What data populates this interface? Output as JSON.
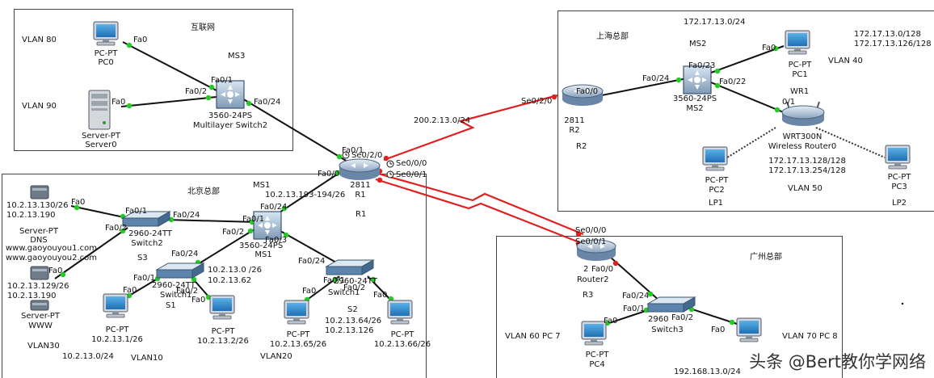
{
  "regions": {
    "internet": "互联网",
    "shanghai": "上海总部",
    "beijing": "北京总部",
    "guangzhou": "广州总部"
  },
  "devices": {
    "pc0": {
      "type": "PC-PT",
      "name": "PC0"
    },
    "server0": {
      "type": "Server-PT",
      "name": "Server0"
    },
    "ms3": {
      "label": "MS3",
      "model": "3560-24PS",
      "name": "Multilayer Switch2"
    },
    "r1": {
      "model": "2811",
      "name": "R1",
      "label": "R1"
    },
    "r2": {
      "model": "2811",
      "name": "R2",
      "label": "R2"
    },
    "ms2": {
      "label": "MS2",
      "model": "3560-24PS",
      "name": "MS2"
    },
    "pc1": {
      "type": "PC-PT",
      "name": "PC1"
    },
    "wr1": {
      "label": "WR1",
      "model": "WRT300N",
      "name": "Wireless Router0"
    },
    "pc2": {
      "type": "PC-PT",
      "name": "PC2",
      "label": "LP1"
    },
    "pc3": {
      "type": "PC-PT",
      "name": "PC3",
      "label": "LP2"
    },
    "dns": {
      "ip1": "10.2.13.130/26",
      "ip2": "10.2.13.190",
      "type": "Server-PT",
      "name": "DNS",
      "url1": "www.gaoyouyou1.com",
      "url2": "www.gaoyouyou2.com"
    },
    "www": {
      "ip1": "10.2.13.129/26",
      "ip2": "10.2.13.190",
      "type": "Server-PT",
      "name": "WWW"
    },
    "switch2": {
      "model": "2960-24TT",
      "name": "Switch2",
      "label": "S3"
    },
    "ms1": {
      "label": "MS1",
      "model": "3560-24PS",
      "name": "MS1"
    },
    "s1": {
      "model": "2960-24TT",
      "name": "Switch1",
      "label": "S1"
    },
    "s2": {
      "model": "2960-24TT",
      "name": "Switch1",
      "label": "S2"
    },
    "pcb1": {
      "type": "PC-PT",
      "ip": "10.2.13.1/26"
    },
    "pcb2": {
      "type": "PC-PT",
      "ip": "10.2.13.2/26"
    },
    "pcb3": {
      "type": "PC-PT",
      "ip": "10.2.13.65/26"
    },
    "pcb4": {
      "type": "PC-PT",
      "ip": "10.2.13.66/26"
    },
    "router2": {
      "model": "2",
      "name": "Router2",
      "label": "R3"
    },
    "switch3": {
      "model": "2960",
      "name": "Switch3"
    },
    "pc4": {
      "type": "PC-PT",
      "name": "PC4"
    }
  },
  "ports": {
    "pc0_fa0": "Fa0",
    "srv0_fa0": "Fa0",
    "ms3_fa01": "Fa0/1",
    "ms3_fa02": "Fa0/2",
    "ms3_fa024": "Fa0/24",
    "r1_fa01": "Fa0/1",
    "r1_se020": "Se0/2/0",
    "r1_fa00": "Fa0/0",
    "r1_se000": "Se0/0/0",
    "r1_se001": "Se0/0/1",
    "r2_se020": "Se0/2/0",
    "r2_fa00": "Fa0/0",
    "ms2_fa024": "Fa0/24",
    "ms2_fa023": "Fa0/23",
    "ms2_fa022": "Fa0/22",
    "pc1_fa0": "Fa0",
    "wr1_01": "0/1",
    "dns_fa0": "Fa0",
    "www_fa0": "Fa0",
    "sw2_fa01": "Fa0/1",
    "sw2_fa02": "Fa0/2",
    "sw2_fa024": "Fa0/24",
    "ms1_fa024": "Fa0/24",
    "ms1_fa01": "Fa0/1",
    "ms1_fa02": "Fa0/2",
    "ms1_fa03": "Fa0/3",
    "s1_fa024": "Fa0/24",
    "s1_fa01": "Fa0/1",
    "s1_fa02": "Fa0/2",
    "s2_fa024": "Fa0/24",
    "s2_fa01": "Fa0/1",
    "s2_fa02": "Fa0/2",
    "pcb1_fa0": "Fa0",
    "pcb2_fa0": "Fa0",
    "pcb3_fa0": "Fa0",
    "pcb4_fa0": "Fa0",
    "rt2_se000": "Se0/0/0",
    "rt2_se001": "Se0/0/1",
    "rt2_fa00": "Fa0/0",
    "sw3_fa024": "Fa0/24",
    "sw3_fa01": "Fa0/1",
    "sw3_fa02": "Fa0/2",
    "pc4_fa0": "Fa0",
    "pc8_fa0": "Fa0"
  },
  "annotations": {
    "vlan80": "VLAN 80",
    "vlan90": "VLAN 90",
    "sh_net": "172.17.13.0/24",
    "sh_ip1": "172.17.13.0/128",
    "sh_ip2": "172.17.13.126/128",
    "vlan40": "VLAN 40",
    "wan1": "200.2.13.0/24",
    "wr_ip1": "172.17.13.128/128",
    "wr_ip2": "172.17.13.254/128",
    "vlan50": "VLAN 50",
    "bj_ms1_net": "10.2.13.193-194/26",
    "s1_ip1": "10.2.13.0 /26",
    "s1_ip2": "10.2.13.62",
    "s2_ip1": "10.2.13.64/26",
    "s2_ip2": "10.2.13.126",
    "vlan30": "VLAN30",
    "bj_net": "10.2.13.0/24",
    "vlan10": "VLAN10",
    "vlan20": "VLAN20",
    "vlan60": "VLAN 60  PC 7",
    "vlan70": "VLAN 70 PC 8",
    "gz_net": "192.168.13.0/24"
  },
  "watermark": "头条 @Bert教你学网络",
  "colors": {
    "serial": "#e02020",
    "ethernet": "#111111",
    "port_up": "#22cc22",
    "port_down": "#e02020",
    "router": "#6a8fb8",
    "switch": "#3a6ea5"
  }
}
